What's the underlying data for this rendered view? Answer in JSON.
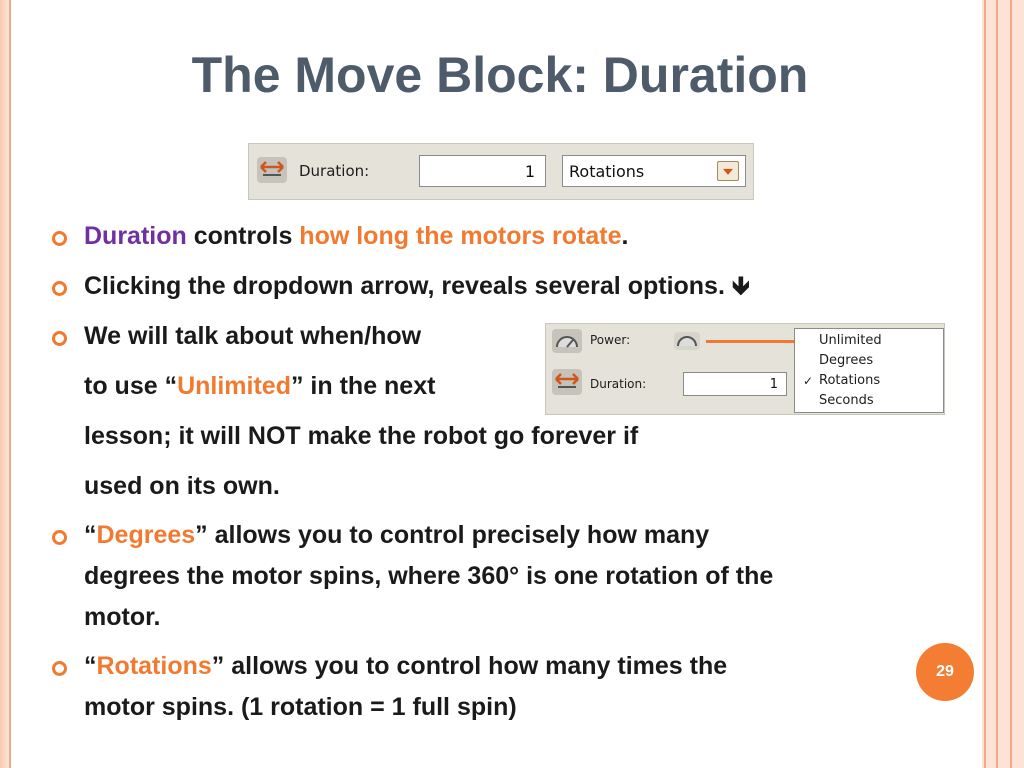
{
  "slide": {
    "title": "The Move Block: Duration",
    "page_number": "29"
  },
  "widget_top": {
    "duration_label": "Duration:",
    "duration_value": "1",
    "unit_selected": "Rotations"
  },
  "bullets": {
    "b1_term": "Duration",
    "b1_mid": " controls ",
    "b1_highlight": "how long the motors rotate",
    "b1_end": ".",
    "b2_text": "Clicking the dropdown arrow, reveals several options.",
    "b2_arrow": "🡻",
    "b3_line1": "We will talk about when/how",
    "b3_line2_a": "to use “",
    "b3_line2_term": "Unlimited",
    "b3_line2_b": "” in the next",
    "b3_line3": "lesson; it will NOT make the robot go forever if",
    "b3_line4": "used on its own.",
    "b4_open": " “",
    "b4_term": "Degrees",
    "b4_line1_rest": "” allows you to control precisely how many",
    "b4_line2": "degrees the motor spins, where 360° is one rotation of the",
    "b4_line3": "motor.",
    "b5_open": "“",
    "b5_term": "Rotations",
    "b5_line1_rest": "” allows you to control how many times the",
    "b5_line2": "motor spins. (1 rotation = 1 full spin)"
  },
  "widget_menu": {
    "power_label": "Power:",
    "duration_label": "Duration:",
    "duration_value": "1",
    "options": [
      "Unlimited",
      "Degrees",
      "Rotations",
      "Seconds"
    ],
    "checked_option": "Rotations",
    "check_mark": "✓"
  },
  "colors": {
    "title": "#4e5b6b",
    "accent_orange": "#f27a30",
    "accent_purple": "#7030a0",
    "badge": "#f47d34"
  },
  "icons": [
    "bullet-circle-icon",
    "down-arrow-icon",
    "duration-arrows-icon",
    "power-speedometer-icon",
    "dropdown-arrow-icon",
    "check-icon"
  ]
}
